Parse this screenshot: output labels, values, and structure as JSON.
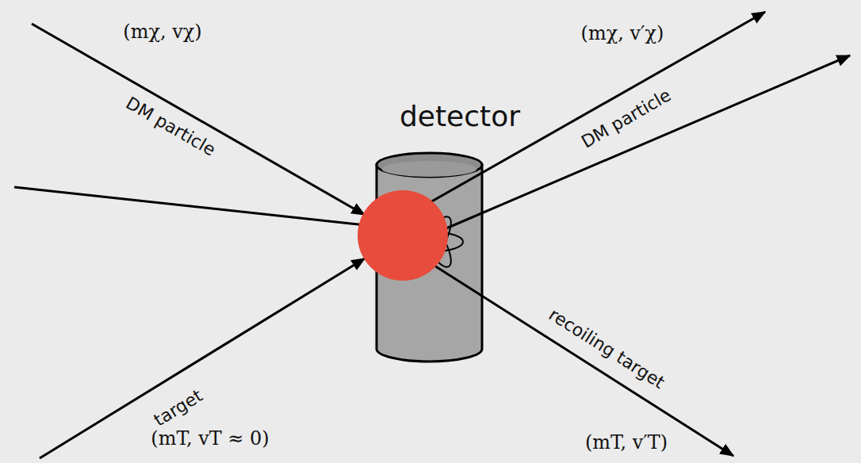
{
  "diagram": {
    "nodes": [
      {
        "text": [
          "detector"
        ]
      }
    ],
    "labels": [
      "(mχ, vχ)",
      "DM particle",
      "(mχ, v′χ)",
      "DM particle",
      "target",
      "recoiling target",
      "(mT, vT ≈ 0)",
      "(mT, v′T)"
    ]
  }
}
